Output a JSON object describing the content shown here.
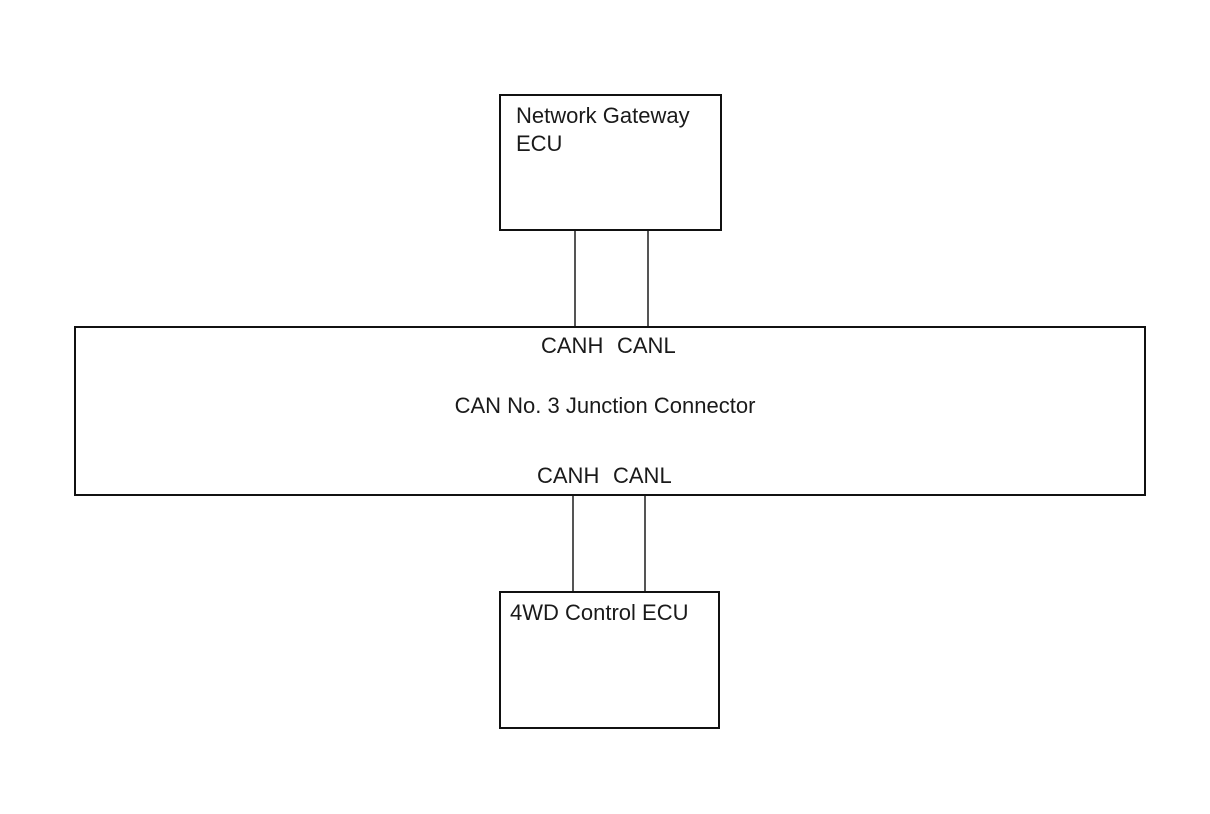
{
  "gateway": {
    "line1": "Network Gateway",
    "line2": "ECU"
  },
  "junction": {
    "label": "CAN No. 3 Junction Connector",
    "top_pins": [
      "CANH",
      "CANL"
    ],
    "bottom_pins": [
      "CANH",
      "CANL"
    ]
  },
  "ecu_4wd": {
    "label": "4WD Control ECU"
  }
}
